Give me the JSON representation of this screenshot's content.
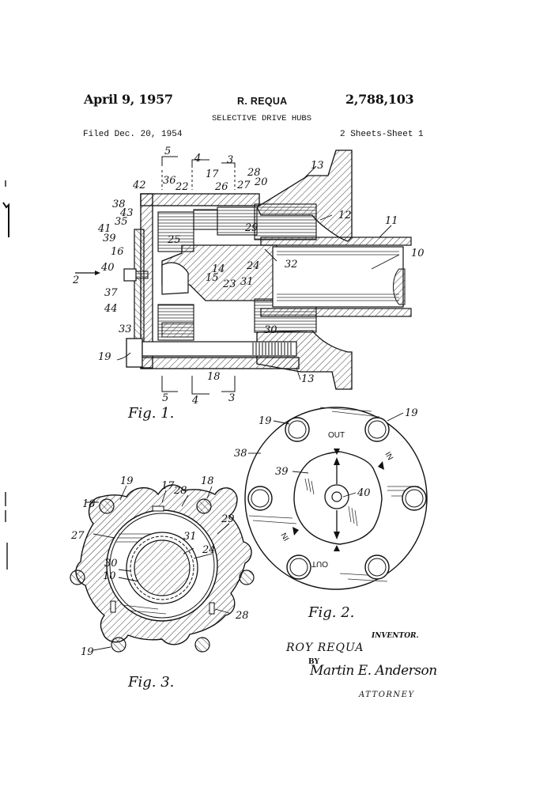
{
  "header": {
    "date": "April 9, 1957",
    "inventor_name": "R. REQUA",
    "patent_number": "2,788,103",
    "title": "SELECTIVE DRIVE HUBS",
    "filed": "Filed Dec. 20, 1954",
    "sheets": "2 Sheets-Sheet 1"
  },
  "figures": {
    "fig1": {
      "caption": "Fig. 1.",
      "section_marks_top": [
        "5",
        "4",
        "3"
      ],
      "section_marks_bottom": [
        "5",
        "4",
        "3"
      ],
      "view_arrow": "2",
      "labels": {
        "l42": "42",
        "l36": "36",
        "l22": "22",
        "l17": "17",
        "l26": "26",
        "l27": "27",
        "l28": "28",
        "l20": "20",
        "l13a": "13",
        "l12": "12",
        "l11": "11",
        "l10": "10",
        "l38": "38",
        "l43": "43",
        "l35": "35",
        "l41": "41",
        "l39": "39",
        "l16": "16",
        "l25": "25",
        "l29": "29",
        "l24": "24",
        "l32": "32",
        "l14": "14",
        "l40": "40",
        "l15": "15",
        "l23": "23",
        "l31": "31",
        "l37": "37",
        "l44": "44",
        "l33": "33",
        "l30": "30",
        "l19": "19",
        "l18": "18",
        "l13b": "13"
      }
    },
    "fig2": {
      "caption": "Fig. 2.",
      "markings": {
        "out_top": "OUT",
        "out_bottom": "OUT",
        "in_right": "IN",
        "in_left": "IN"
      },
      "labels": {
        "l19a": "19",
        "l19b": "19",
        "l38": "38",
        "l39": "39",
        "l40": "40"
      }
    },
    "fig3": {
      "caption": "Fig. 3.",
      "labels": {
        "l19a": "19",
        "l17": "17",
        "l28a": "28",
        "l18a": "18",
        "l18b": "18",
        "l29": "29",
        "l27": "27",
        "l31": "31",
        "l24": "24",
        "l30": "30",
        "l10": "10",
        "l28b": "28",
        "l19b": "19"
      }
    }
  },
  "signature_block": {
    "inventor_heading": "INVENTOR.",
    "inventor": "ROY REQUA",
    "by": "BY",
    "attorney_signature": "Martin E. Anderson",
    "attorney_heading": "ATTORNEY"
  }
}
